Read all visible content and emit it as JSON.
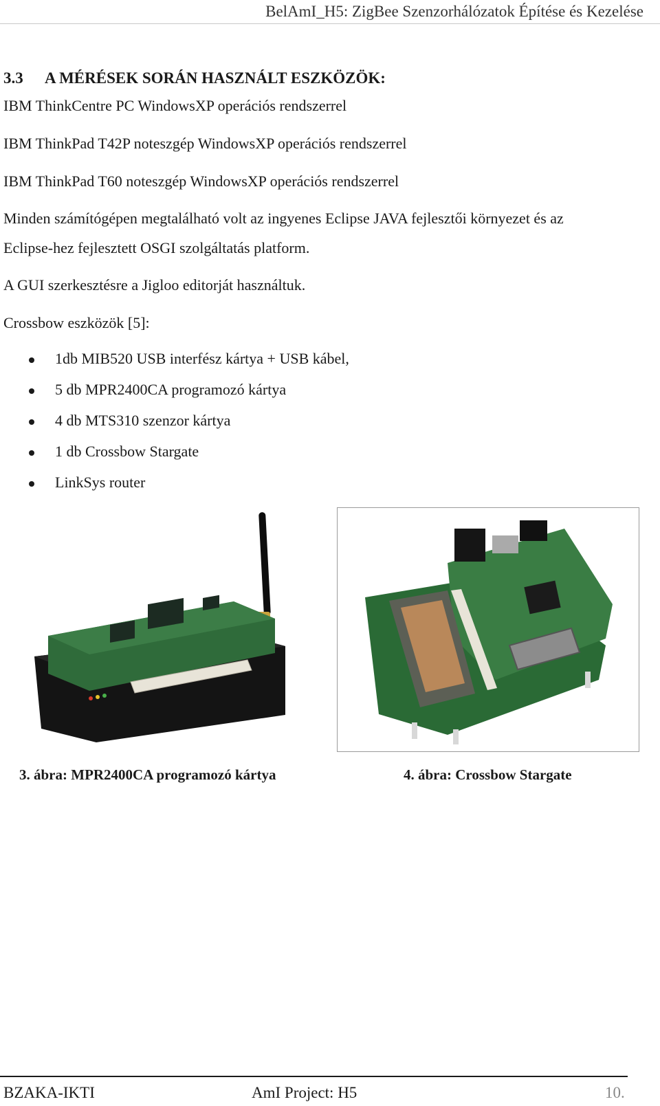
{
  "header": {
    "title": "BelAmI_H5: ZigBee Szenzorhálózatok Építése és Kezelése"
  },
  "section": {
    "number": "3.3",
    "title": "A MÉRÉSEK SORÁN HASZNÁLT ESZKÖZÖK:"
  },
  "paragraphs": [
    "IBM  ThinkCentre PC WindowsXP operációs rendszerrel",
    "IBM ThinkPad T42P noteszgép WindowsXP operációs rendszerrel",
    "IBM ThinkPad T60 noteszgép WindowsXP operációs rendszerrel",
    "Minden számítógépen megtalálható volt az ingyenes Eclipse JAVA fejlesztői környezet és az",
    "Eclipse-hez fejlesztett OSGI szolgáltatás platform.",
    "A GUI szerkesztésre a Jigloo editorját használtuk.",
    "Crossbow eszközök [5]:"
  ],
  "bullets": [
    "1db MIB520 USB interfész kártya  + USB kábel,",
    "5 db MPR2400CA programozó kártya",
    "4 db MTS310 szenzor kártya",
    "1 db Crossbow Stargate",
    "LinkSys router"
  ],
  "figures": {
    "left_caption": "3. ábra: MPR2400CA programozó kártya",
    "right_caption": "4. ábra: Crossbow Stargate"
  },
  "footer": {
    "left": "BZAKA-IKTI",
    "center": "AmI Project: H5",
    "page": "10."
  },
  "colors": {
    "pcb_green": "#2f6b3a",
    "pcb_dark": "#1c2b22",
    "housing_black": "#141414",
    "connector_white": "#e8e4d8",
    "antenna_black": "#0d0d0d"
  }
}
